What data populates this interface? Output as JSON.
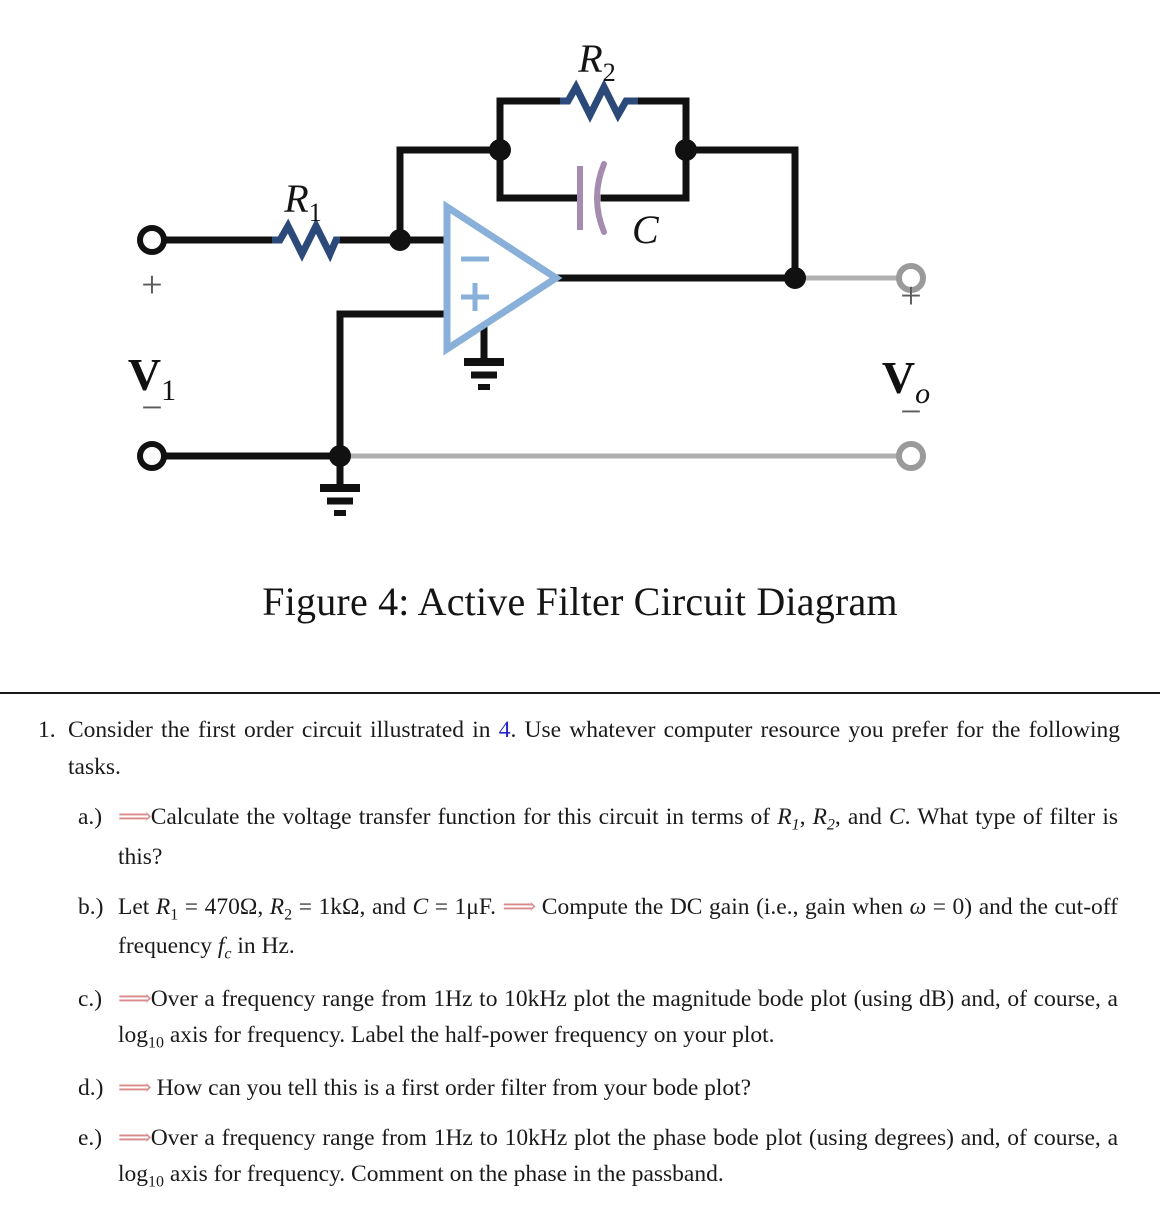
{
  "figure": {
    "caption": "Figure 4: Active Filter Circuit Diagram",
    "labels": {
      "r1": "R",
      "r1_sub": "1",
      "r2": "R",
      "r2_sub": "2",
      "c": "C",
      "vin": "V",
      "vin_sub": "1",
      "vout": "V",
      "vout_sub": "o",
      "plus_in": "+",
      "minus_in": "−",
      "plus_out": "+",
      "minus_out": "−",
      "opamp_inverting": "−",
      "opamp_noninverting": "+"
    },
    "colors": {
      "resistor": "#2b4a7a",
      "capacitor": "#a68bb0",
      "opamp": "#89b0d8",
      "wire": "#111111",
      "wire_output": "#b0b0b0",
      "terminal": "#111111",
      "terminal_output": "#9a9a9a",
      "sign_gray": "#5a5a5a"
    }
  },
  "problem": {
    "number": "1.",
    "intro_a": "Consider the first order circuit illustrated in ",
    "intro_ref": "4",
    "intro_b": ". Use whatever computer resource you prefer for the following tasks.",
    "items": [
      {
        "label": "a.)",
        "arrow": "⟹",
        "text_1": "Calculate the voltage transfer function for this circuit in terms of ",
        "var_1": "R",
        "var_1_sub": "1",
        "text_2": ", ",
        "var_2": "R",
        "var_2_sub": "2",
        "text_3": ", and ",
        "var_3": "C",
        "text_4": ". What type of filter is this?"
      },
      {
        "label": "b.)",
        "lead": "Let ",
        "r1": "R",
        "r1_sub": "1",
        "r1_val": " = 470Ω, ",
        "r2": "R",
        "r2_sub": "2",
        "r2_val": " = 1kΩ, and ",
        "c": "C",
        "c_val": " = 1μF. ",
        "arrow": "⟹",
        "text_1": " Compute the DC gain (i.e., gain when ",
        "omega": "ω",
        "text_2": " = 0) and the cut-off frequency ",
        "fc": "f",
        "fc_sub": "c",
        "text_3": " in Hz."
      },
      {
        "label": "c.)",
        "arrow": "⟹",
        "text_1": "Over a frequency range from 1Hz to 10kHz plot the magnitude bode plot (using dB) and, of course, a log",
        "log_sub": "10",
        "text_2": " axis for frequency. Label the half-power frequency on your plot."
      },
      {
        "label": "d.)",
        "arrow": "⟹",
        "text_1": " How can you tell this is a first order filter from your bode plot?"
      },
      {
        "label": "e.)",
        "arrow": "⟹",
        "text_1": "Over a frequency range from 1Hz to 10kHz plot the phase bode plot (using degrees) and, of course, a log",
        "log_sub": "10",
        "text_2": " axis for frequency. Comment on the phase in the passband."
      }
    ]
  }
}
